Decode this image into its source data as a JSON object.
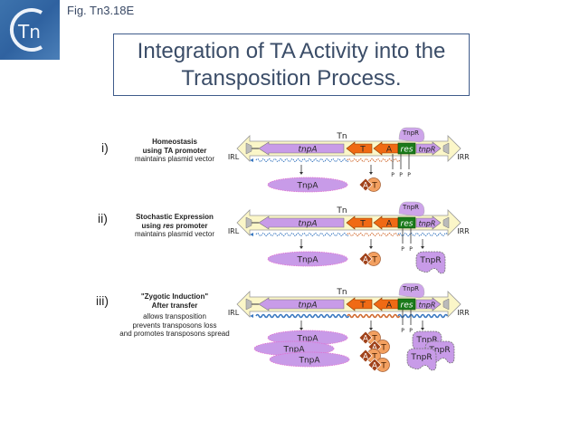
{
  "header": {
    "fig_label": "Fig. Tn3.18E",
    "logo_text": "Tn",
    "title_line1": "Integration of TA Activity into the",
    "title_line2": "Transposition Process."
  },
  "colors": {
    "tnpA_fill": "#c89be8",
    "toxin_antitoxin_fill": "#f06a14",
    "res_fill": "#1a7a1a",
    "backbone_fill": "#fbf6c8",
    "transcript_blue": "#3a78c0",
    "transcript_orange": "#d06a30",
    "antitoxin_protein": "#a0421a",
    "toxin_protein": "#f3a060"
  },
  "gene_labels": {
    "tn": "Tn",
    "tnpA": "tnpA",
    "toxin": "T",
    "antitoxin": "A",
    "res": "res",
    "tnpR": "tnpR",
    "irl": "IRL",
    "irr": "IRR",
    "tnpR_protein": "TnpR",
    "promoter": "P"
  },
  "rows": [
    {
      "num": "i)",
      "title1": "Homeostasis",
      "title2": "using TA promoter",
      "desc": [
        "maintains plasmid vector"
      ],
      "products": {
        "tnpA": [
          "TnpA"
        ],
        "ta_pairs": 1,
        "tnpR": []
      }
    },
    {
      "num": "ii)",
      "title1": "Stochastic Expression",
      "title2_pre": "using ",
      "title2_em": "res",
      "title2_post": " promoter",
      "desc": [
        "maintains plasmid vector"
      ],
      "products": {
        "tnpA": [
          "TnpA"
        ],
        "ta_pairs": 1,
        "tnpR": [
          "TnpR"
        ]
      }
    },
    {
      "num": "iii)",
      "title1": "\"Zygotic Induction\"",
      "title2": "After transfer",
      "desc": [
        "allows transposition",
        "prevents transposons loss",
        "and promotes transposons spread"
      ],
      "products": {
        "tnpA": [
          "TnpA",
          "TnpA",
          "TnpA"
        ],
        "ta_pairs": 4,
        "tnpR": [
          "TnpR",
          "TnpR",
          "TnpR"
        ]
      }
    }
  ]
}
